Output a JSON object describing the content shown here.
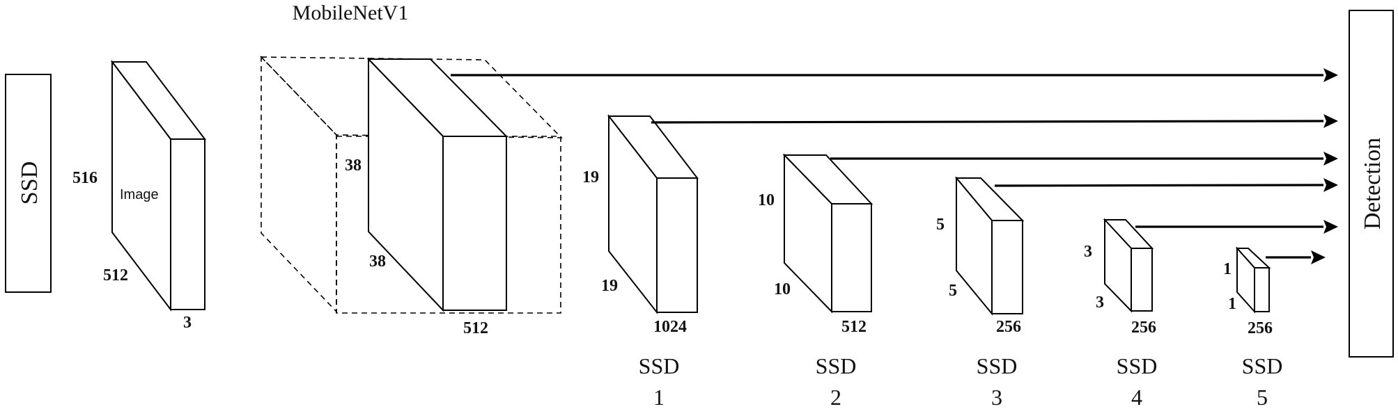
{
  "left_box": {
    "label": "SSD"
  },
  "right_box": {
    "label": "Detection"
  },
  "backbone": {
    "title": "MobileNetV1"
  },
  "input": {
    "inner_label": "Image",
    "height": "516",
    "width": "512",
    "channels": "3"
  },
  "backbone_feature": {
    "height": "38",
    "width": "38",
    "channels": "512"
  },
  "ssd_layers": [
    {
      "height": "19",
      "width": "19",
      "channels": "1024",
      "name": "SSD",
      "index": "1"
    },
    {
      "height": "10",
      "width": "10",
      "channels": "512",
      "name": "SSD",
      "index": "2"
    },
    {
      "height": "5",
      "width": "5",
      "channels": "256",
      "name": "SSD",
      "index": "3"
    },
    {
      "height": "3",
      "width": "3",
      "channels": "256",
      "name": "SSD",
      "index": "4"
    },
    {
      "height": "1",
      "width": "1",
      "channels": "256",
      "name": "SSD",
      "index": "5"
    }
  ]
}
